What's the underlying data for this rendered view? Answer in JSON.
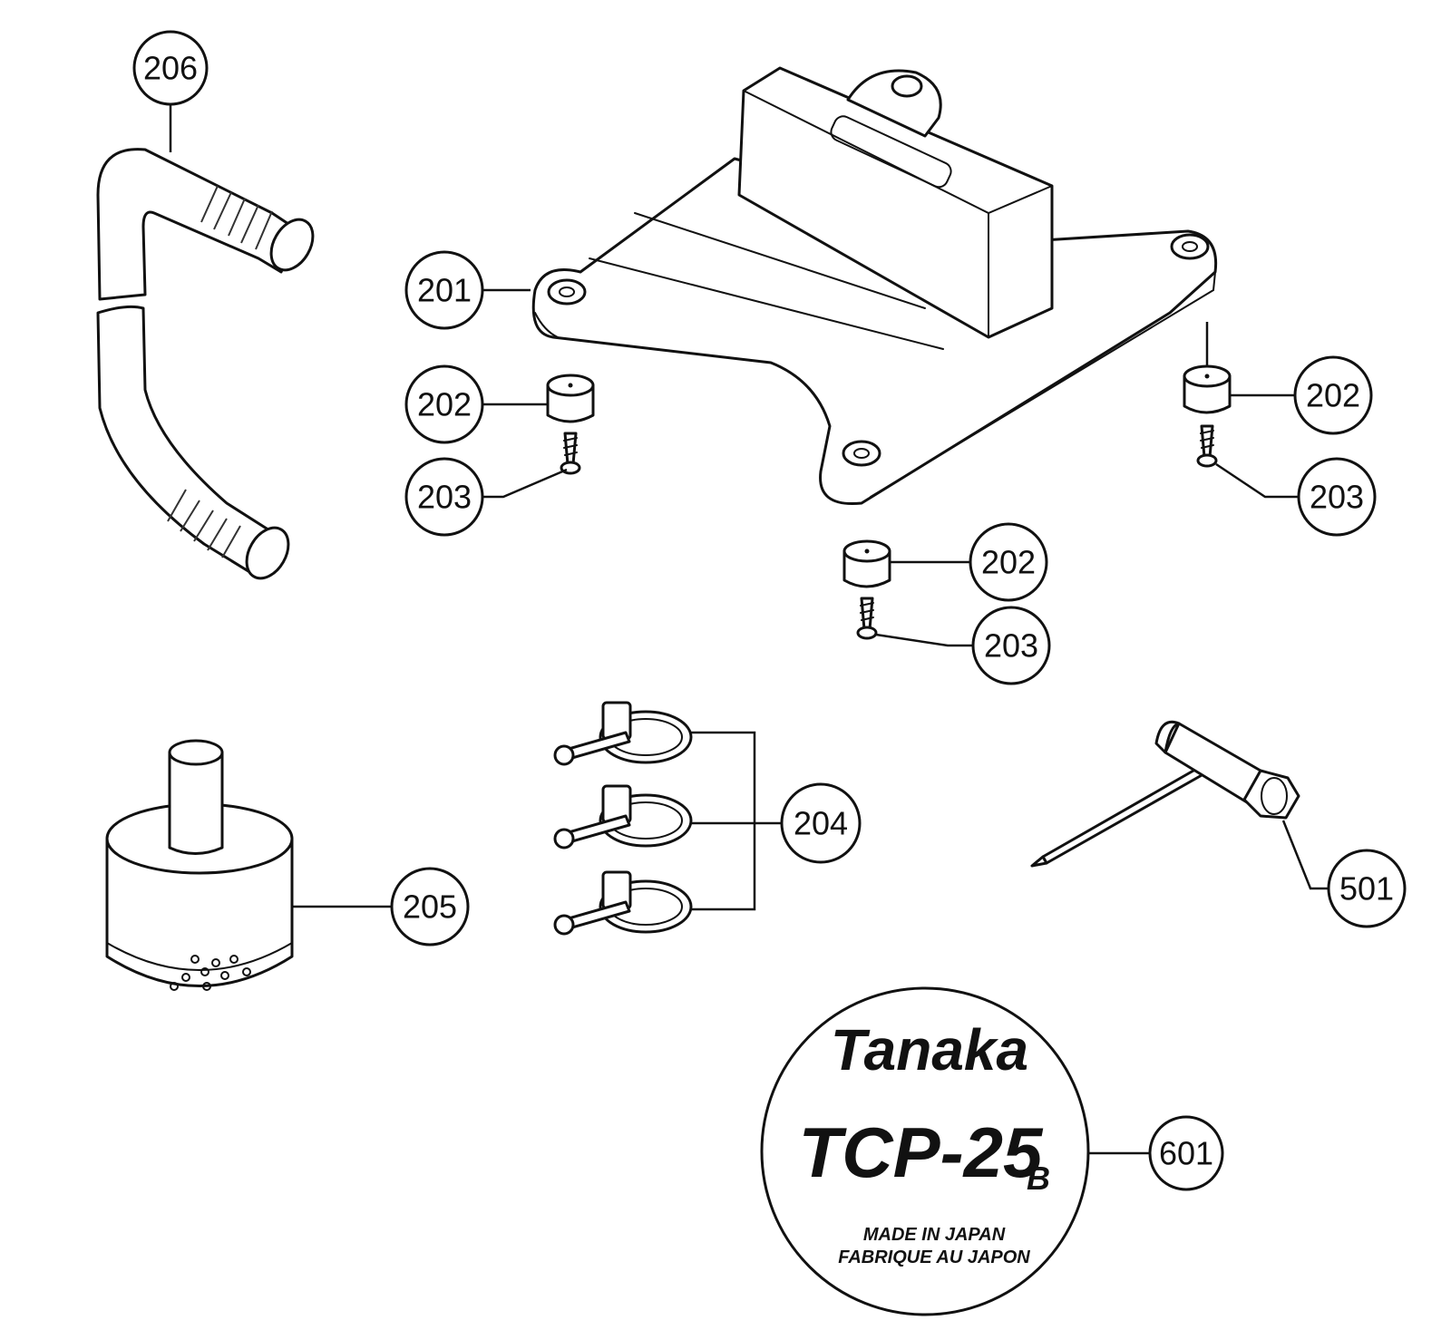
{
  "callouts": {
    "c201": "201",
    "c202a": "202",
    "c202b": "202",
    "c202c": "202",
    "c203a": "203",
    "c203b": "203",
    "c203c": "203",
    "c204": "204",
    "c205": "205",
    "c206": "206",
    "c501": "501",
    "c601": "601"
  },
  "decal": {
    "brand": "Tanaka",
    "model": "TCP-25",
    "model_suffix": "B",
    "origin_en": "MADE IN JAPAN",
    "origin_fr": "FABRIQUE AU JAPON"
  }
}
